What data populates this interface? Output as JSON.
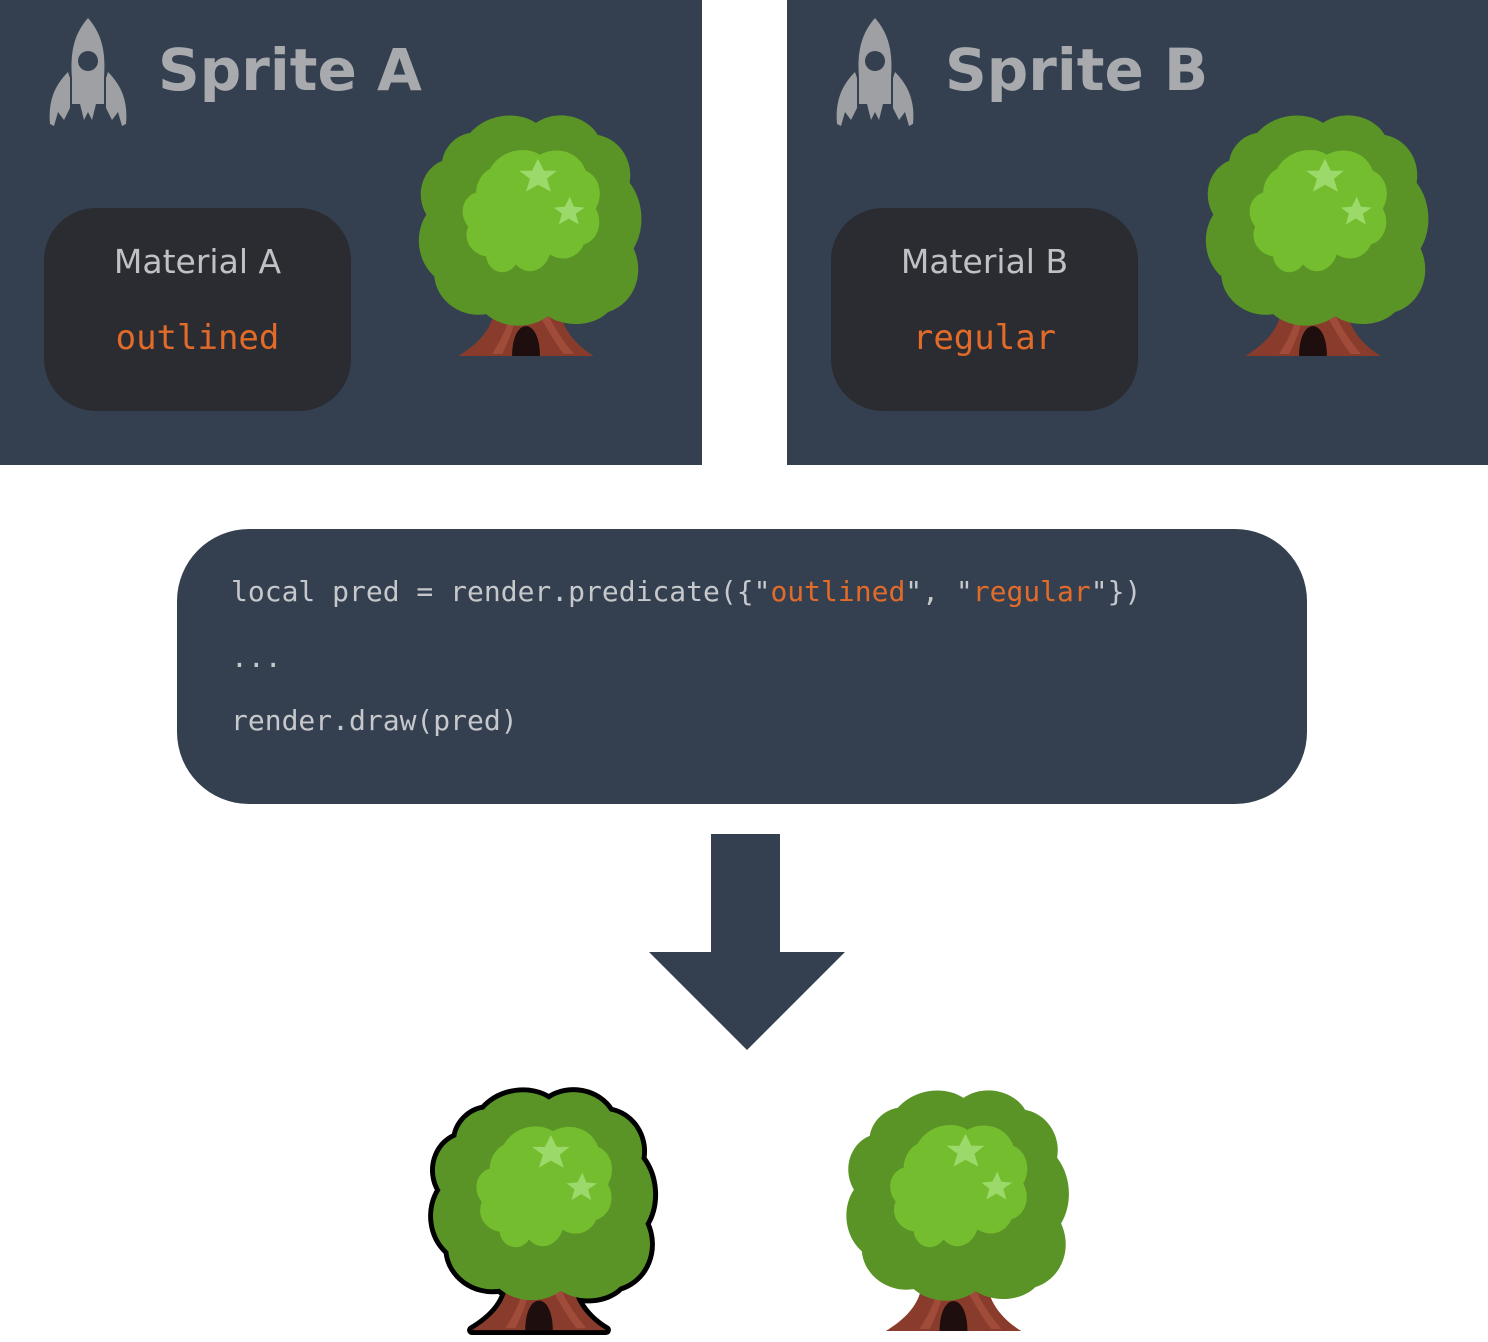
{
  "sprites": [
    {
      "title": "Sprite A",
      "material": "Material A",
      "tag": "outlined"
    },
    {
      "title": "Sprite B",
      "material": "Material B",
      "tag": "regular"
    }
  ],
  "code": {
    "line1_prefix": "local pred = render.predicate({\"",
    "line1_str1": "outlined",
    "line1_mid": "\", \"",
    "line1_str2": "regular",
    "line1_suffix": "\"})",
    "line2": "...",
    "line3": "render.draw(pred)"
  },
  "icons": {
    "sprite_icon": "rocket-icon",
    "tree_image": "tree-image",
    "flow_arrow": "down-arrow-icon"
  },
  "colors": {
    "panel": "#344050",
    "material_box": "#2a2c31",
    "accent": "#e26b2a",
    "title_text": "#a8aaae",
    "foliage_dark": "#5a9427",
    "foliage_light": "#74bd2f",
    "trunk": "#8a3c2c"
  },
  "results": [
    {
      "material_tag": "outlined"
    },
    {
      "material_tag": "regular"
    }
  ]
}
